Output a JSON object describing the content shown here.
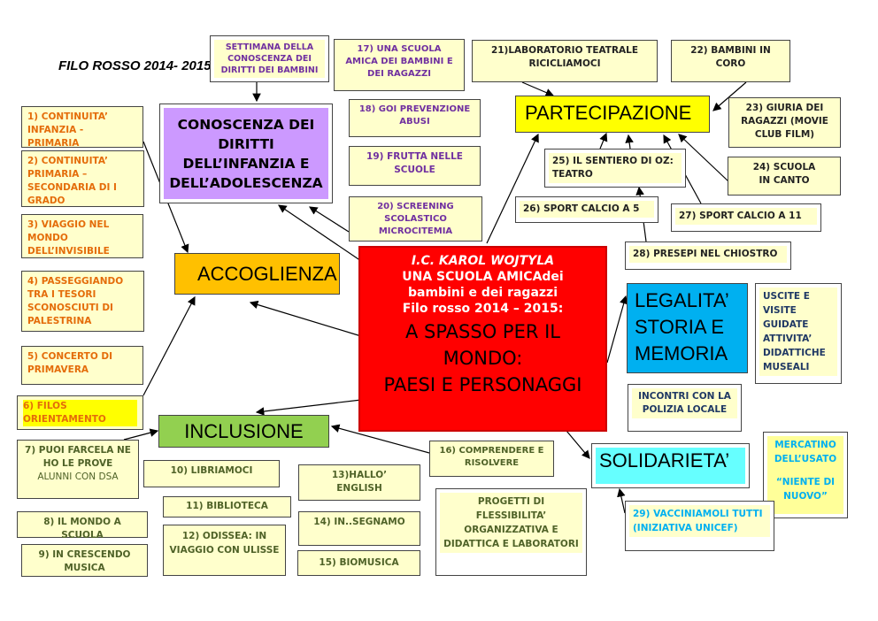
{
  "title": "FILO ROSSO 2014- 2015",
  "center": {
    "school": "I.C. KAROL WOJTYLA",
    "line2": "UNA SCUOLA AMICAdei",
    "line3": "bambini e dei ragazzi",
    "line4": "Filo rosso 2014 – 2015:",
    "theme1": "A SPASSO PER IL",
    "theme2": "MONDO:",
    "theme3": "PAESI E PERSONAGGI"
  },
  "areas": {
    "conoscenza": "CONOSCENZA DEI DIRITTI DELL’INFANZIA E DELL’ADOLESCENZA",
    "accoglienza": "ACCOGLIENZA",
    "inclusione": "INCLUSIONE",
    "partecipazione": "PARTECIPAZIONE",
    "legalita1": "LEGALITA’",
    "legalita2": "STORIA E",
    "legalita3": "MEMORIA",
    "solidarieta": "SOLIDARIETA’"
  },
  "items": {
    "settimana": "SETTIMANA DELLA CONOSCENZA DEI DIRITTI DEI BAMBINI",
    "p1": "1) CONTINUITA’ INFANZIA - PRIMARIA",
    "p2": "2) CONTINUITA’ PRIMARIA – SECONDARIA DI I GRADO",
    "p3": "3) VIAGGIO NEL MONDO DELL’INVISIBILE",
    "p4": "4) PASSEGGIANDO TRA I TESORI SCONOSCIUTI DI PALESTRINA",
    "p5": "5) CONCERTO DI PRIMAVERA",
    "p6": "6) FILOS ORIENTAMENTO",
    "p7a": "7) PUOI FARCELA NE HO LE PROVE",
    "p7b": "ALUNNI CON DSA",
    "p8": "8) IL MONDO A SCUOLA",
    "p9": "9) IN CRESCENDO MUSICA",
    "p10": "10) LIBRIAMOCI",
    "p11": "11) BIBLIOTECA",
    "p12": "12) ODISSEA: IN VIAGGIO CON ULISSE",
    "p13": "13)HALLO’ ENGLISH",
    "p14": "14) IN..SEGNAMO",
    "p15": "15) BIOMUSICA",
    "p16": "16) COMPRENDERE E RISOLVERE",
    "progetti": "PROGETTI DI FLESSIBILITA’ ORGANIZZATIVA E DIDATTICA E LABORATORI",
    "p17": "17) UNA SCUOLA AMICA DEI BAMBINI E DEI RAGAZZI",
    "p18": "18) GOI PREVENZIONE ABUSI",
    "p19": "19) FRUTTA NELLE SCUOLE",
    "p20": "20) SCREENING SCOLASTICO MICROCITEMIA",
    "p21": "21)LABORATORIO TEATRALE RICICLIAMOCI",
    "p22": "22) BAMBINI IN CORO",
    "p23": "23) GIURIA DEI RAGAZZI (MOVIE CLUB FILM)",
    "p24": "24) SCUOLA IN CANTO",
    "p25": "25) IL SENTIERO DI OZ: TEATRO",
    "p26": "26) SPORT CALCIO A 5",
    "p27": "27) SPORT CALCIO A 11",
    "p28": "28) PRESEPI NEL CHIOSTRO",
    "uscite": "USCITE E VISITE GUIDATE ATTIVITA’ DIDATTICHE MUSEALI",
    "incontri": "INCONTRI CON LA POLIZIA LOCALE",
    "mercatino1": "MERCATINO DELL’USATO",
    "mercatino2": "“NIENTE DI NUOVO”",
    "p29": "29) VACCINIAMOLI TUTTI (INIZIATIVA UNICEF)"
  },
  "colors": {
    "center": "#ff0000",
    "conoscenza": "#cc99ff",
    "accoglienza": "#ffc000",
    "inclusione": "#92d050",
    "partecipazione": "#ffff00",
    "legalita": "#00b0f0",
    "solidarieta": "#66ffff"
  }
}
